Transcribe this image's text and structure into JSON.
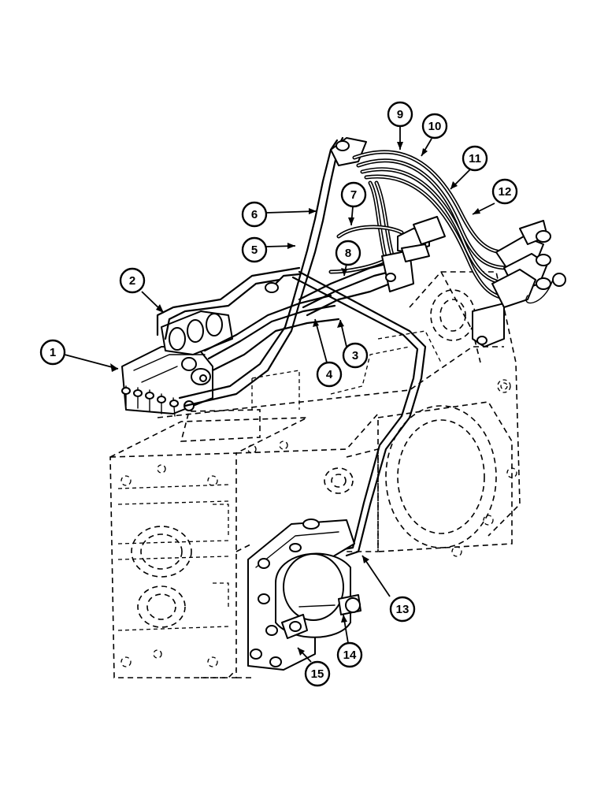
{
  "diagram": {
    "callouts": [
      {
        "id": 1,
        "label": "1"
      },
      {
        "id": 2,
        "label": "2"
      },
      {
        "id": 3,
        "label": "3"
      },
      {
        "id": 4,
        "label": "4"
      },
      {
        "id": 5,
        "label": "5"
      },
      {
        "id": 6,
        "label": "6"
      },
      {
        "id": 7,
        "label": "7"
      },
      {
        "id": 8,
        "label": "8"
      },
      {
        "id": 9,
        "label": "9"
      },
      {
        "id": 10,
        "label": "10"
      },
      {
        "id": 11,
        "label": "11"
      },
      {
        "id": 12,
        "label": "12"
      },
      {
        "id": 13,
        "label": "13"
      },
      {
        "id": 14,
        "label": "14"
      },
      {
        "id": 15,
        "label": "15"
      }
    ]
  }
}
